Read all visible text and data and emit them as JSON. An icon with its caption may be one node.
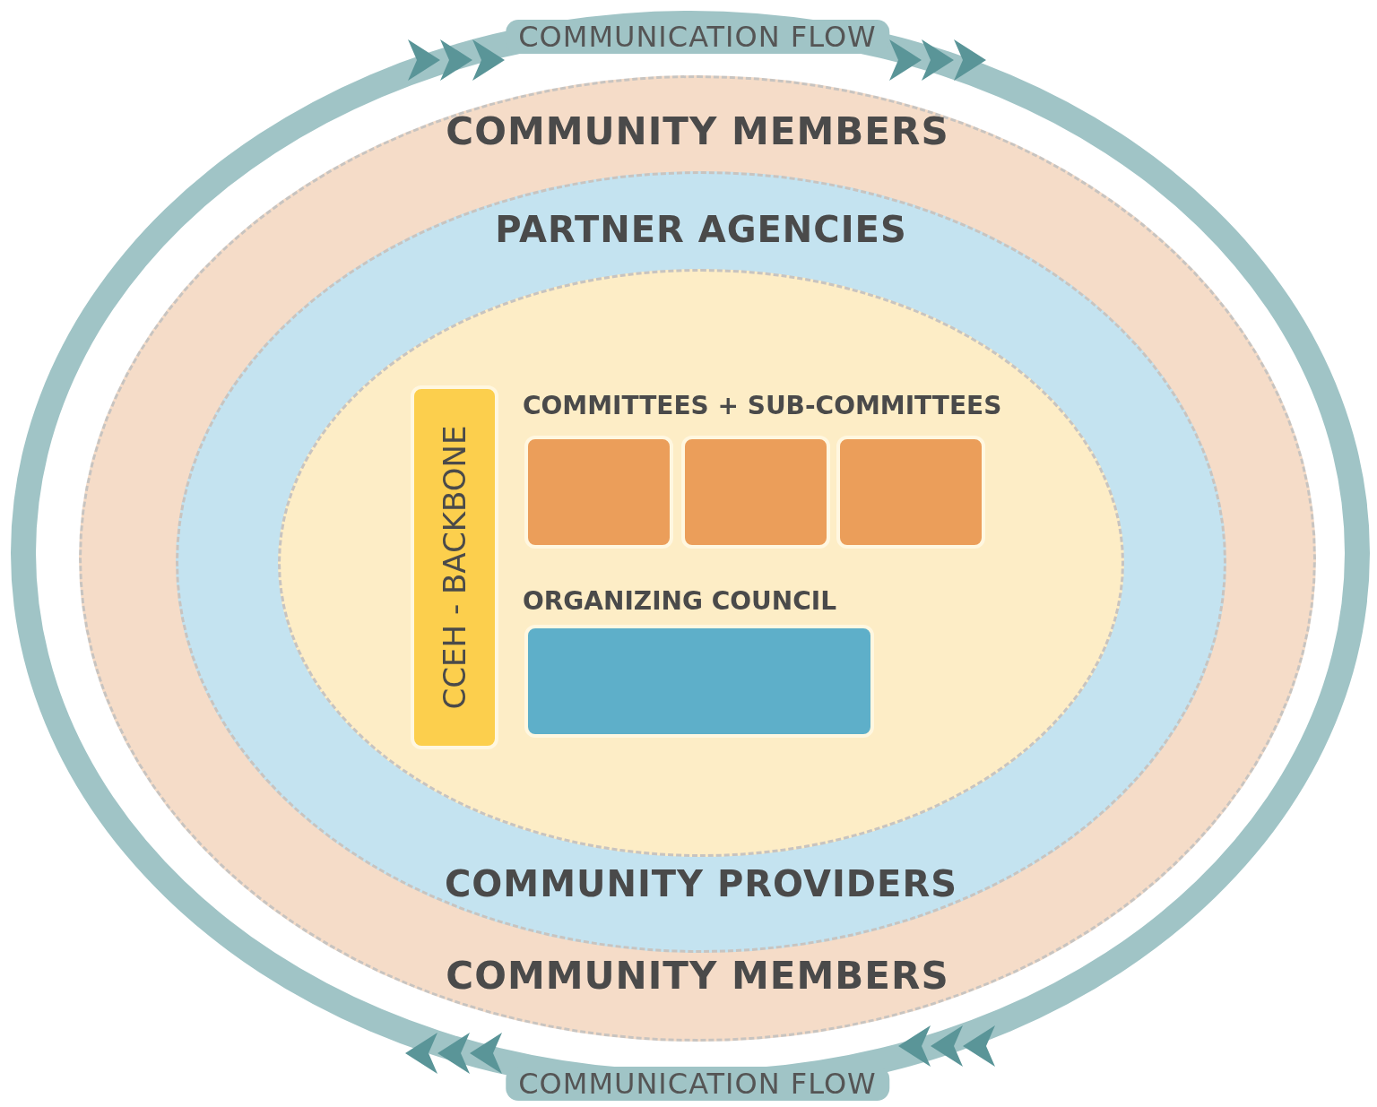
{
  "diagram": {
    "nodes": [
      {
        "text": [
          "COMMUNICATION FLOW",
          "COMMUNICATION FLOW"
        ]
      },
      {
        "text": [
          "COMMUNITY MEMBERS",
          "COMMUNITY MEMBERS"
        ],
        "in": 0
      },
      {
        "text": [
          "PARTNER AGENCIES",
          "COMMUNITY PROVIDERS"
        ],
        "in": 1
      },
      {
        "text": [],
        "shape": "ellipse",
        "in": 2
      },
      {
        "text": [
          "CCEH - BACKBONE"
        ],
        "in": 3
      },
      {
        "text": [],
        "shape": "box",
        "in": 3
      },
      {
        "text": [],
        "shape": "box",
        "in": 3
      },
      {
        "text": [],
        "shape": "box",
        "in": 3
      },
      {
        "text": [],
        "shape": "box",
        "in": 3
      }
    ],
    "labels": [
      "COMMITTEES + SUB-COMMITTEES",
      "ORGANIZING COUNCIL"
    ]
  }
}
